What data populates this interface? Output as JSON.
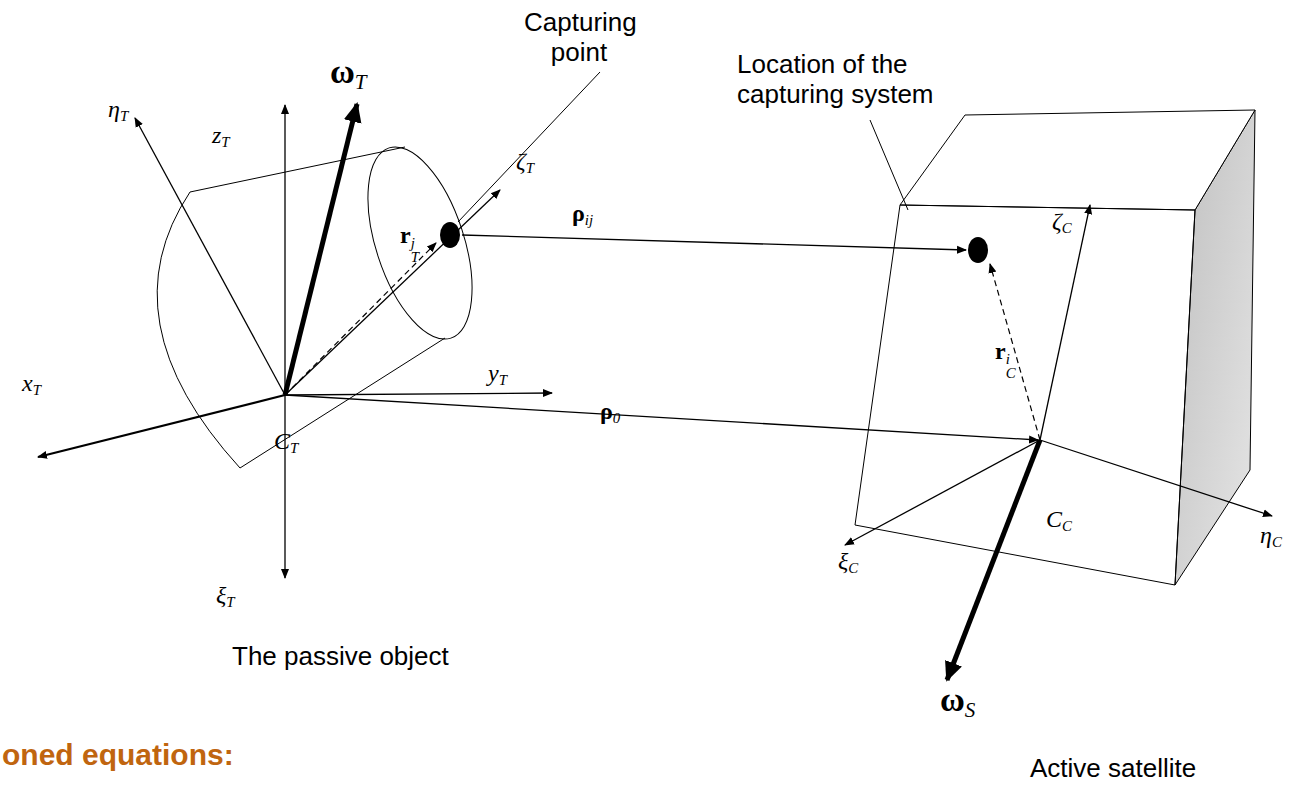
{
  "diagram": {
    "labels": [
      "Capturing point",
      "ωT",
      "zT",
      "ηT",
      "ζT",
      "rTj",
      "ρij",
      "Location of the capturing system",
      "rCi",
      "ζC",
      "yT",
      "xT",
      "CT",
      "ρ0",
      "CC",
      "ηC",
      "ξC",
      "ξT",
      "The passive object",
      "ωS",
      "oned equations:",
      "Active satellite"
    ]
  }
}
